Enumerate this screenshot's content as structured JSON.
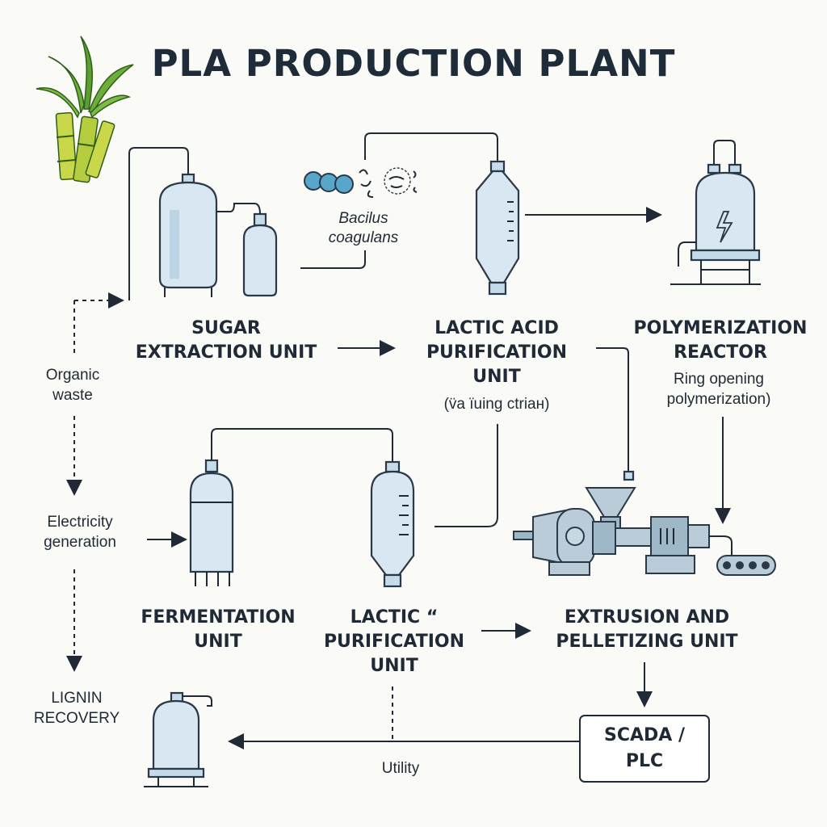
{
  "title": "PLA PRODUCTION PLANT",
  "units": {
    "sugar_extraction": [
      "SUGAR",
      "EXTRACTION UNIT"
    ],
    "lactic_acid_purification_top": [
      "LACTIC ACID",
      "PURIFICATION",
      "UNIT"
    ],
    "lactic_acid_purification_top_note": "(v̈a ïuing ctriaн)",
    "polymerization_reactor": [
      "POLYMERIZATION",
      "REACTOR"
    ],
    "polymerization_note": [
      "Ring opening",
      "polymerization)"
    ],
    "fermentation": [
      "FERMENTATION",
      "UNIT"
    ],
    "lactic_purification_bottom": [
      "LACTIC “",
      "PURIFICATION",
      "UNIT"
    ],
    "extrusion": [
      "EXTRUSION AND",
      "PELLETIZING UNIT"
    ]
  },
  "microbe_label": [
    "Bacilus",
    "coagulans"
  ],
  "side_labels": {
    "organic_waste": [
      "Organic",
      "waste"
    ],
    "electricity": [
      "Electricity",
      "generation"
    ],
    "lignin": [
      "LIGNIN",
      "RECOVERY"
    ]
  },
  "control_box": [
    "SCADA /",
    "PLC"
  ],
  "utility_label": "Utility",
  "colors": {
    "tank_fill": "#d8e7f1",
    "outline": "#2a3847",
    "sugarcane_green": "#6cae3a",
    "sugarcane_stalk": "#c8d84a",
    "microbe_blue": "#58a6c9"
  }
}
